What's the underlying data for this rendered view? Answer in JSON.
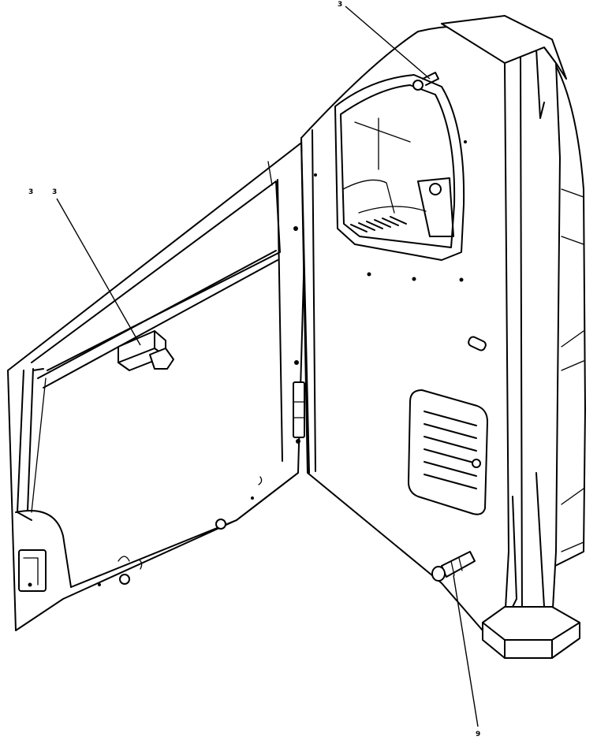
{
  "callouts": {
    "top_right": "3",
    "left_a": "3",
    "left_b": "3",
    "bottom": "9"
  }
}
